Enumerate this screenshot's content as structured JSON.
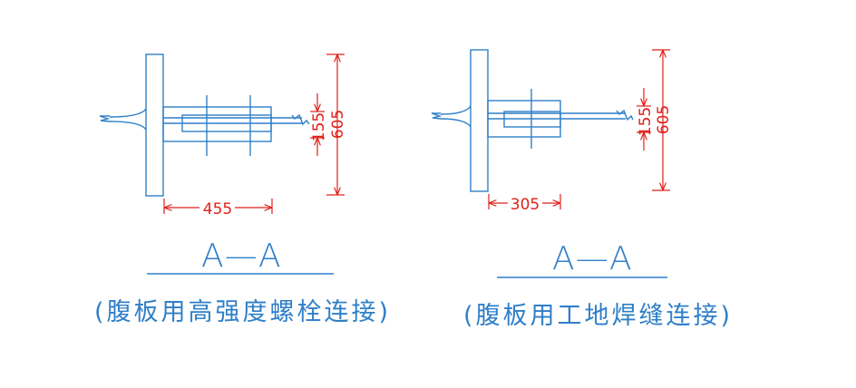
{
  "colors": {
    "structure": "#2f7fc8",
    "dimension": "#e0201a",
    "background": "#ffffff"
  },
  "left_detail": {
    "section_label": "A—A",
    "subtitle": "(腹板用高强度螺栓连接)",
    "dim_height_small": "155",
    "dim_height_large": "605",
    "dim_width": "455"
  },
  "right_detail": {
    "section_label": "A—A",
    "subtitle": "(腹板用工地焊缝连接)",
    "dim_height_small": "155",
    "dim_height_large": "605",
    "dim_width": "305"
  }
}
